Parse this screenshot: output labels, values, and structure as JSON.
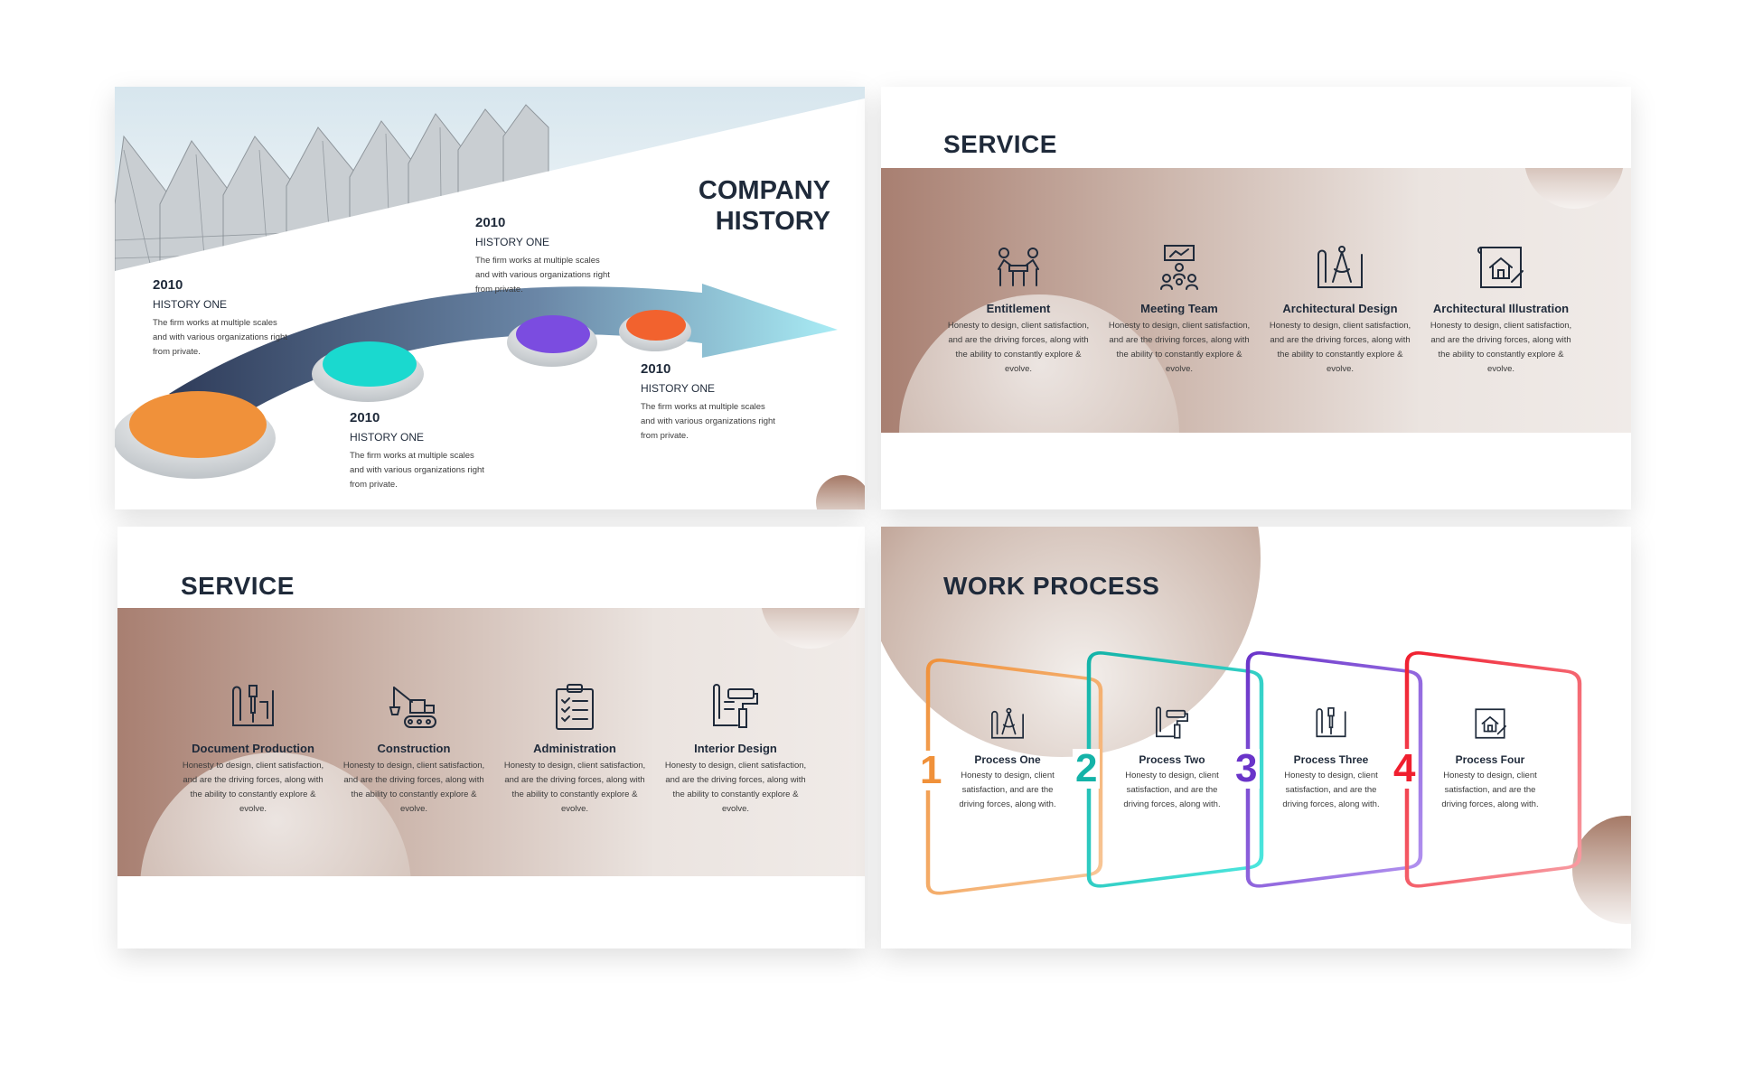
{
  "company_history": {
    "title_line1": "COMPANY",
    "title_line2": "HISTORY",
    "entries": [
      {
        "year": "2010",
        "subtitle": "HISTORY ONE",
        "desc": "The firm works at multiple scales and with various organizations right from private."
      },
      {
        "year": "2010",
        "subtitle": "HISTORY ONE",
        "desc": "The firm works at multiple scales and with various organizations right from private."
      },
      {
        "year": "2010",
        "subtitle": "HISTORY ONE",
        "desc": "The firm works at multiple scales and with various organizations right from private."
      },
      {
        "year": "2010",
        "subtitle": "HISTORY ONE",
        "desc": "The firm works at multiple scales and with various organizations right from private."
      }
    ],
    "dot_colors": [
      "#f0913a",
      "#1ad9cf",
      "#7b4ce0",
      "#f2622e"
    ]
  },
  "service_a": {
    "title": "SERVICE",
    "items": [
      {
        "label": "Entitlement",
        "icon": "meeting-icon",
        "desc": "Honesty to design, client satisfaction, and are the driving forces, along with the ability to constantly explore & evolve."
      },
      {
        "label": "Meeting Team",
        "icon": "presentation-team-icon",
        "desc": "Honesty to design, client satisfaction, and are the driving forces, along with the ability to constantly explore & evolve."
      },
      {
        "label": "Architectural Design",
        "icon": "compass-blueprint-icon",
        "desc": "Honesty to design, client satisfaction, and are the driving forces, along with the ability to constantly explore & evolve."
      },
      {
        "label": "Architectural Illustration",
        "icon": "house-plan-icon",
        "desc": "Honesty to design, client satisfaction, and are the driving forces, along with the ability to constantly explore & evolve."
      }
    ]
  },
  "service_b": {
    "title": "SERVICE",
    "items": [
      {
        "label": "Document Production",
        "icon": "blueprint-tools-icon",
        "desc": "Honesty to design, client satisfaction, and are the driving forces, along with the ability to constantly explore & evolve."
      },
      {
        "label": "Construction",
        "icon": "excavator-icon",
        "desc": "Honesty to design, client satisfaction, and are the driving forces, along with the ability to constantly explore & evolve."
      },
      {
        "label": "Administration",
        "icon": "clipboard-checklist-icon",
        "desc": "Honesty to design, client satisfaction, and are the driving forces, along with the ability to constantly explore & evolve."
      },
      {
        "label": "Interior Design",
        "icon": "paint-roller-icon",
        "desc": "Honesty to design, client satisfaction, and are the driving forces, along with the ability to constantly explore & evolve."
      }
    ]
  },
  "work_process": {
    "title": "WORK PROCESS",
    "steps": [
      {
        "number": "1",
        "label": "Process One",
        "color": "#f0913a",
        "icon": "compass-blueprint-icon",
        "desc": "Honesty to design, client satisfaction, and are the driving forces, along with."
      },
      {
        "number": "2",
        "label": "Process Two",
        "color": "#14b3a8",
        "icon": "paint-roller-icon",
        "desc": "Honesty to design, client satisfaction, and are the driving forces, along with."
      },
      {
        "number": "3",
        "label": "Process Three",
        "color": "#6a34c9",
        "icon": "blueprint-tools-icon",
        "desc": "Honesty to design, client satisfaction, and are the driving forces, along with."
      },
      {
        "number": "4",
        "label": "Process Four",
        "color": "#f01f2f",
        "icon": "house-plan-icon",
        "desc": "Honesty to design, client satisfaction, and are the driving forces, along with."
      }
    ]
  }
}
